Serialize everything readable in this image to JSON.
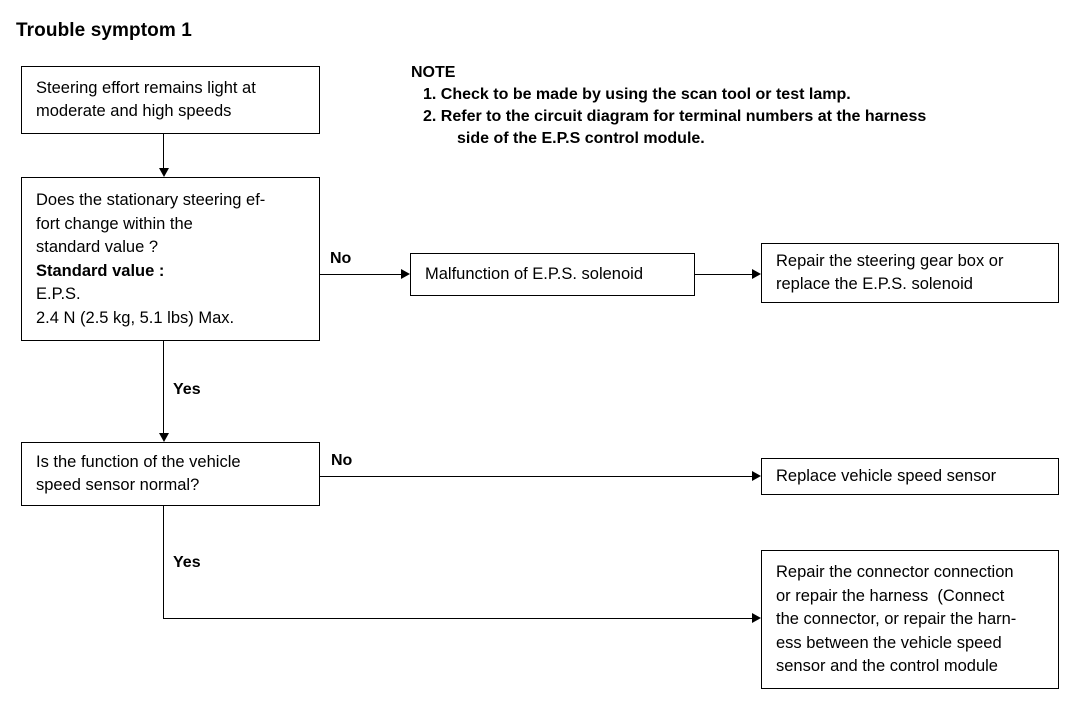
{
  "page": {
    "title": "Trouble symptom 1"
  },
  "note": {
    "heading": "NOTE",
    "items": [
      {
        "number": "1.",
        "text": "Check to be made by using the scan tool or test lamp.",
        "continuation": ""
      },
      {
        "number": "2.",
        "text": "Refer to the circuit diagram for terminal numbers at the harness",
        "continuation": "side of the E.P.S control module."
      }
    ]
  },
  "flow": {
    "symptom_box": {
      "lines": [
        "Steering effort remains light at",
        "moderate and high speeds"
      ]
    },
    "decision_1": {
      "lines": [
        {
          "text": "Does the stationary steering ef-",
          "bold": false
        },
        {
          "text": "fort change within the",
          "bold": false
        },
        {
          "text": "standard value ?",
          "bold": false
        },
        {
          "text": "Standard value :",
          "bold": true
        },
        {
          "text": "E.P.S.",
          "bold": false
        },
        {
          "text": "2.4 N (2.5 kg, 5.1 lbs) Max.",
          "bold": false
        }
      ]
    },
    "decision_2": {
      "lines": [
        "Is the function of the vehicle",
        "speed sensor normal?"
      ]
    },
    "cause_solenoid": {
      "lines": [
        "Malfunction of E.P.S. solenoid"
      ]
    },
    "action_gearbox": {
      "lines": [
        "Repair the steering gear box or",
        "replace the E.P.S. solenoid"
      ]
    },
    "action_replace_sensor": {
      "lines": [
        "Replace vehicle speed sensor"
      ]
    },
    "action_repair_harness": {
      "lines": [
        "Repair the connector connection",
        "or repair the harness  (Connect",
        "the connector, or repair the harn-",
        "ess between the vehicle speed",
        "sensor and the control module"
      ]
    },
    "labels": {
      "no_1": "No",
      "yes_1": "Yes",
      "no_2": "No",
      "yes_2": "Yes"
    }
  },
  "style": {
    "line_color": "#000000",
    "background": "#ffffff"
  }
}
